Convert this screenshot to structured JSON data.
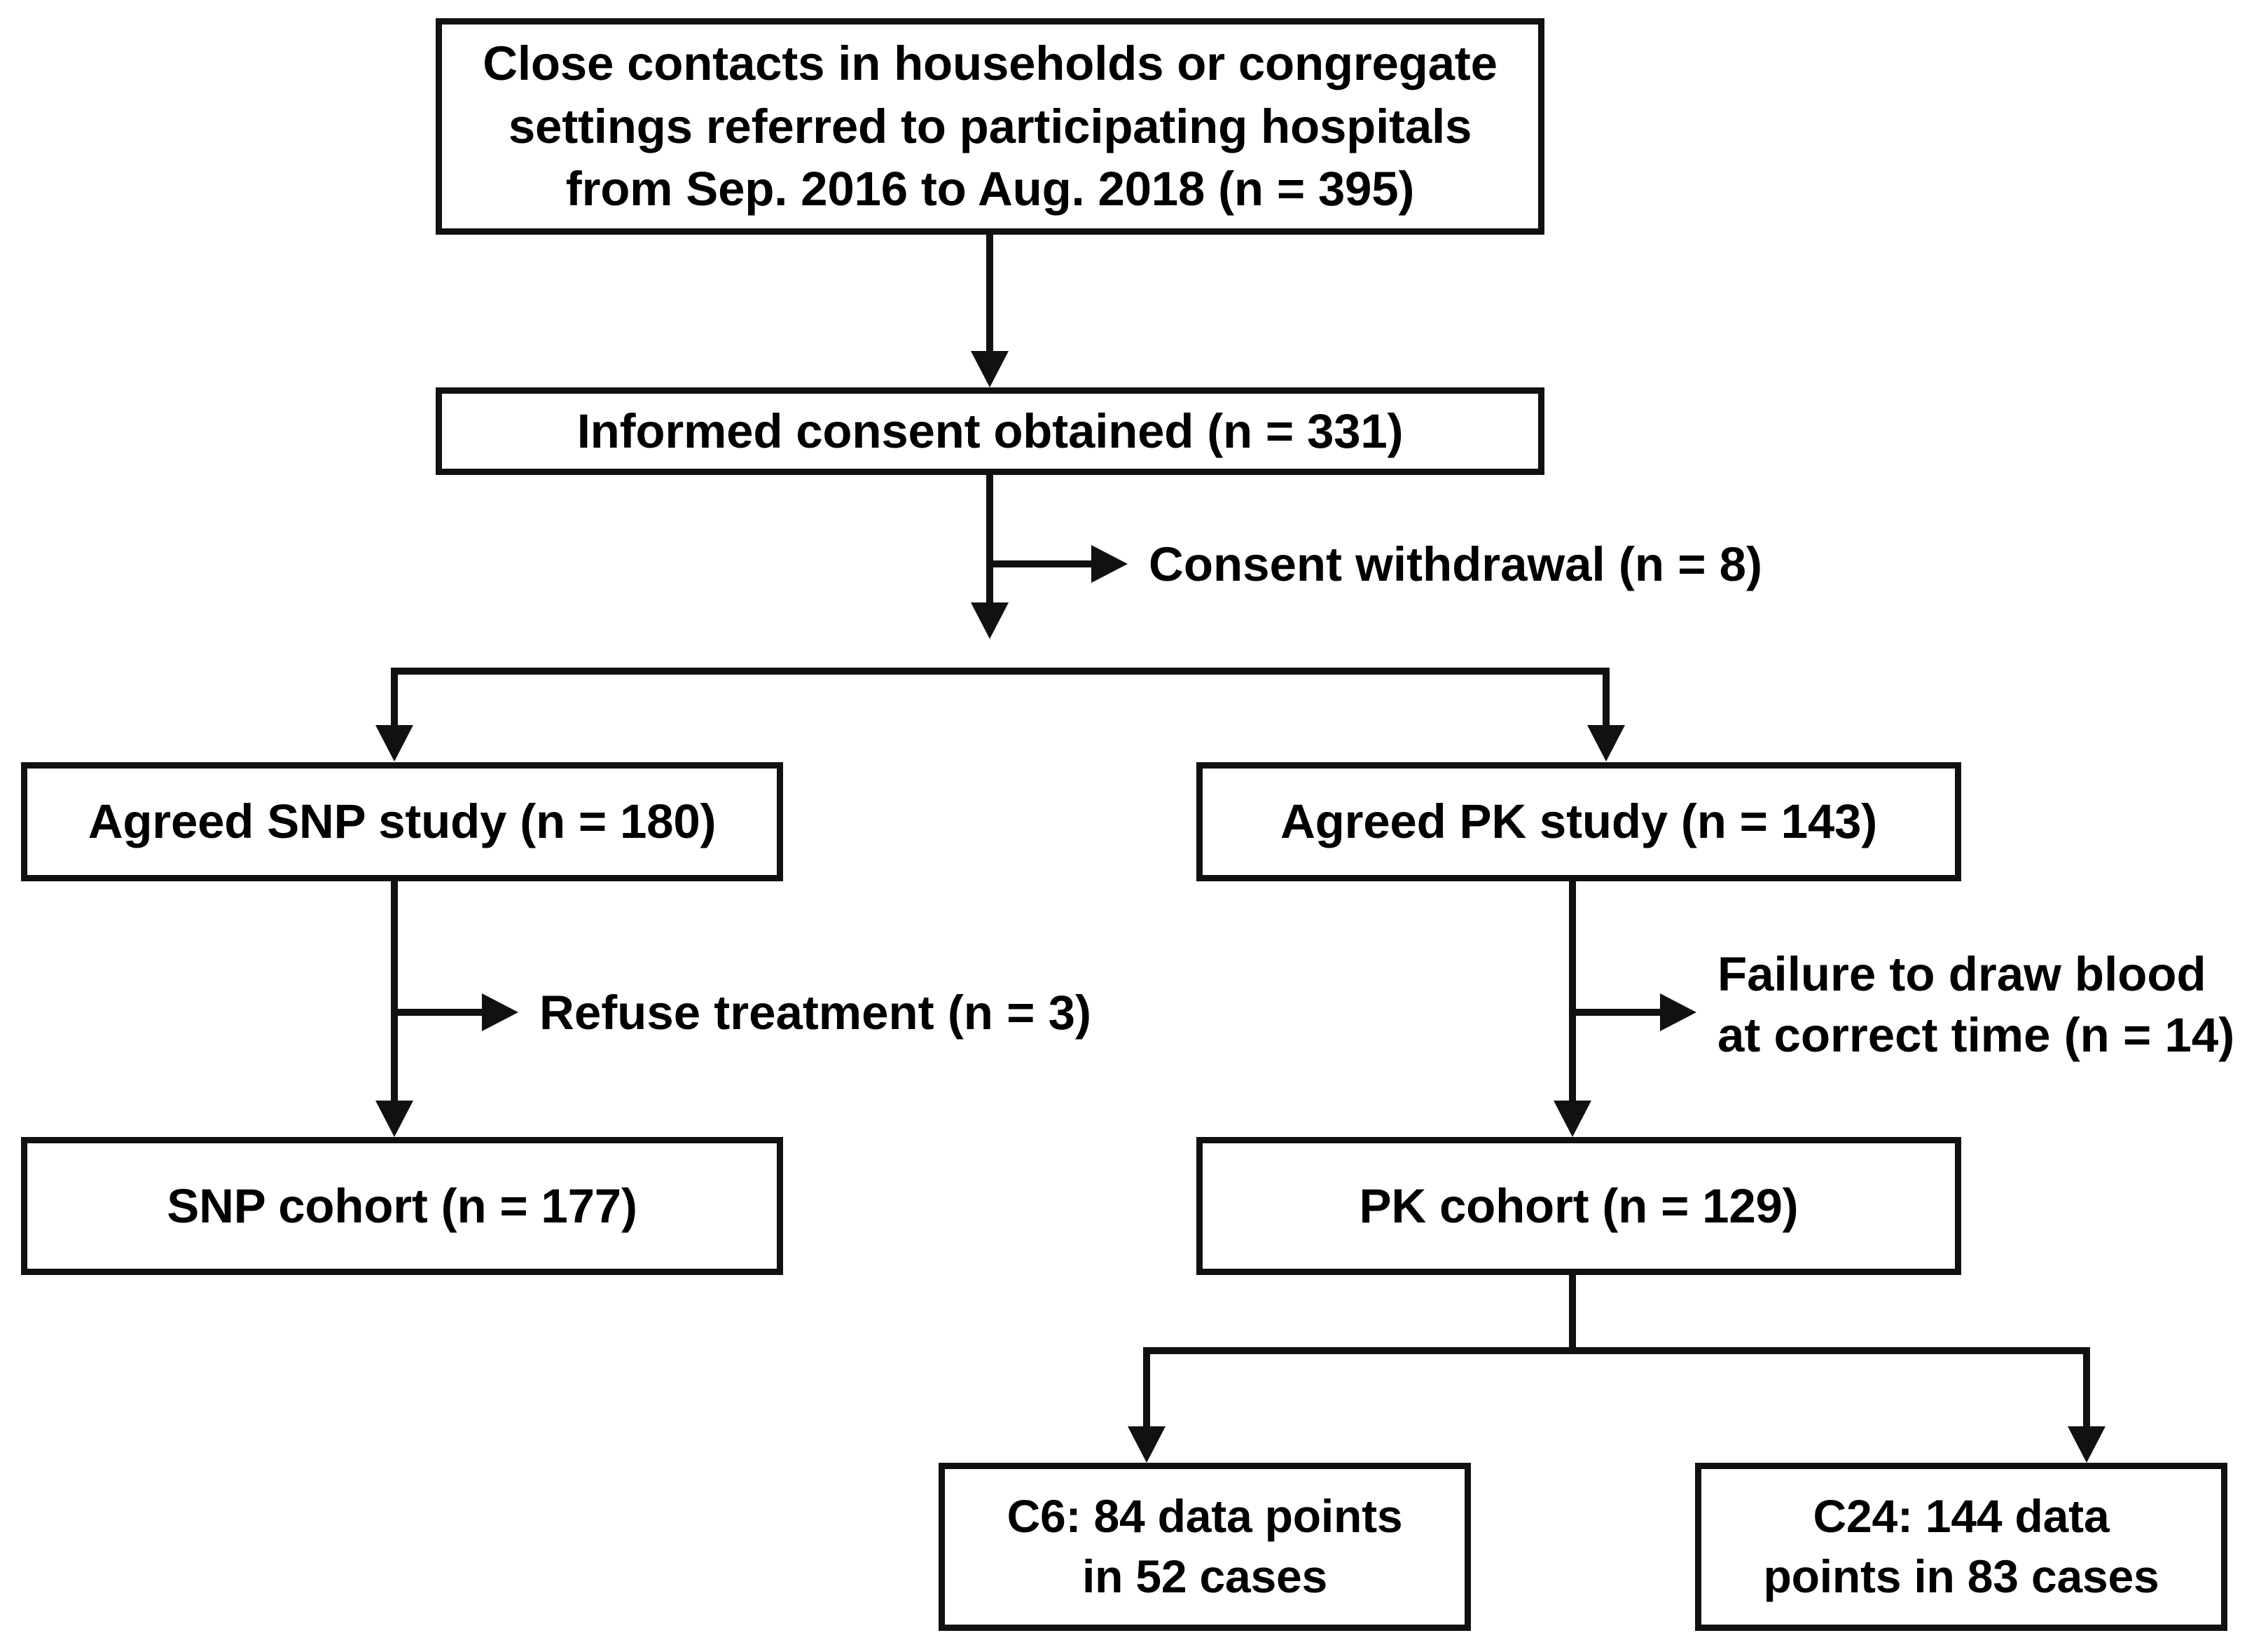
{
  "diagram": {
    "title": "Participant enrollment flow diagram",
    "type": "flowchart",
    "colors": {
      "stroke": "#111111",
      "box_fill": "#ffffff",
      "text": "#000000",
      "background": "#ffffff"
    },
    "nodes": [
      {
        "id": "enrolled",
        "label": "Close contacts in households or congregate\nsettings referred to participating hospitals\nfrom Sep. 2016 to Aug. 2018 (n = 395)",
        "n": 395
      },
      {
        "id": "consent",
        "label": "Informed consent obtained (n = 331)",
        "n": 331
      },
      {
        "id": "agreed-snp",
        "label": "Agreed SNP study (n = 180)",
        "n": 180
      },
      {
        "id": "agreed-pk",
        "label": "Agreed PK study (n = 143)",
        "n": 143
      },
      {
        "id": "snp-cohort",
        "label": "SNP cohort (n = 177)",
        "n": 177
      },
      {
        "id": "pk-cohort",
        "label": "PK cohort (n = 129)",
        "n": 129
      },
      {
        "id": "c6",
        "label": "C6: 84 data points\nin 52 cases",
        "data_points": 84,
        "cases": 52
      },
      {
        "id": "c24",
        "label": "C24: 144 data\npoints in 83 cases",
        "data_points": 144,
        "cases": 83
      }
    ],
    "exclusions": [
      {
        "id": "consent-withdrawal",
        "label": "Consent withdrawal (n = 8)",
        "n": 8
      },
      {
        "id": "refuse-treatment",
        "label": "Refuse treatment (n = 3)",
        "n": 3
      },
      {
        "id": "failure-draw-blood",
        "label": "Failure to draw blood\nat correct time (n = 14)",
        "n": 14
      }
    ]
  }
}
